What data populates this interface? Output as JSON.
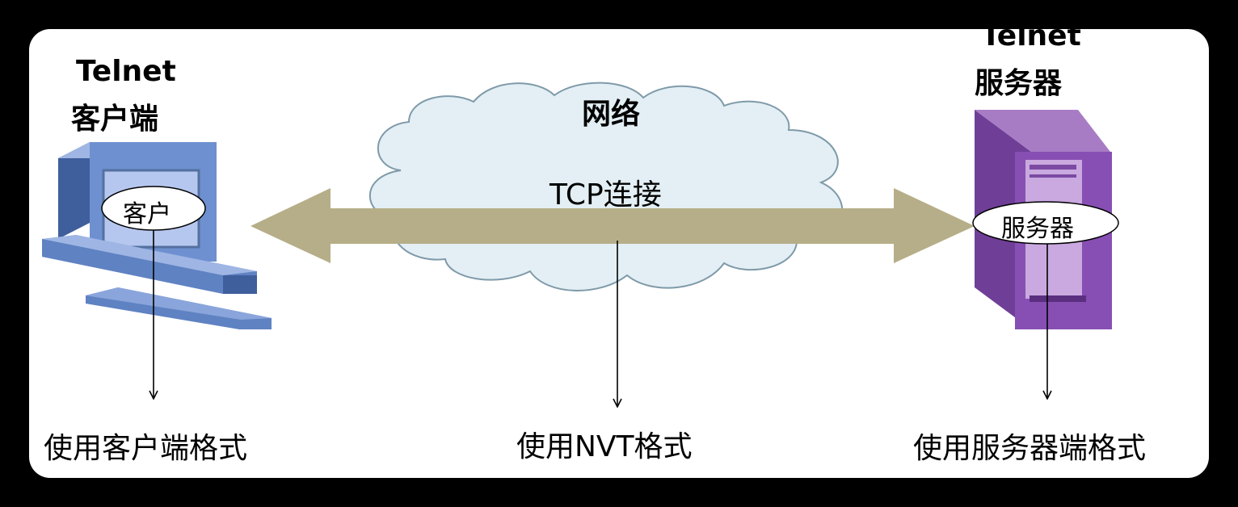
{
  "client": {
    "title_line1": "Telnet",
    "title_line2": "客户端",
    "bubble": "客户",
    "format": "使用客户端格式"
  },
  "network": {
    "title": "网络",
    "connection": "TCP连接",
    "format": "使用NVT格式"
  },
  "server": {
    "title_line1": "Telnet",
    "title_line2": "服务器",
    "bubble": "服务器",
    "format": "使用服务器端格式"
  },
  "colors": {
    "background": "#000000",
    "panel": "#ffffff",
    "arrow": "#b6ae88",
    "cloud_fill": "#e3eff4",
    "cloud_stroke": "#7f9aa9",
    "computer_blue": "#5f82c2",
    "server_purple": "#6f3f97"
  },
  "icons": [
    "desktop-computer-icon",
    "server-tower-icon",
    "cloud-icon"
  ]
}
